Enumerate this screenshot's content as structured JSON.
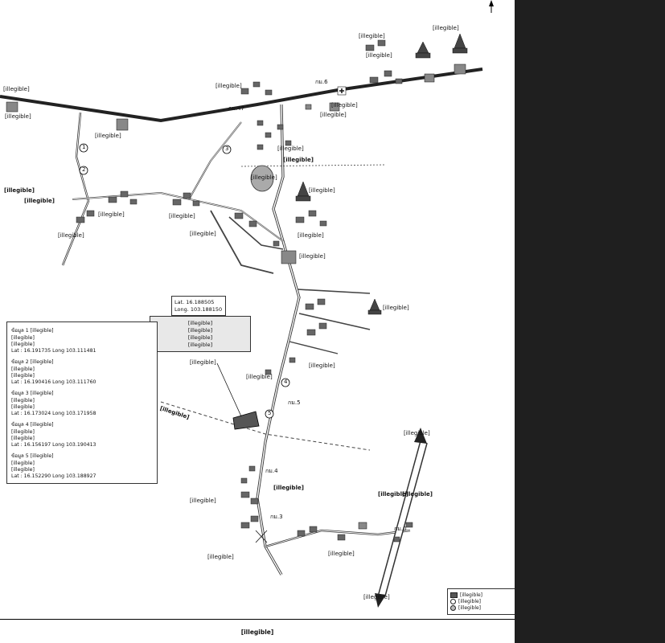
{
  "map": {
    "labels": {
      "to_khok_pho": "[illegible]",
      "nat_district": "[illegible]",
      "rice_mill": "[illegible]",
      "community_top_left": "[illegible]",
      "community_mid1": "[illegible]",
      "community_mid2": "[illegible]",
      "community_mid3": "[illegible]",
      "community_mid4": "[illegible]",
      "community_lower1": "[illegible]",
      "community_lower2": "[illegible]",
      "community_bottom1": "[illegible]",
      "community_bottom2": "[illegible]",
      "temple_top": "[illegible]",
      "temple_mid": "[illegible]",
      "temple_right": "[illegible]",
      "school_top": "[illegible]",
      "school_mid": "[illegible]",
      "center_top": "[illegible]",
      "hospital": "[illegible]",
      "road_left": "[illegible]",
      "road_left_code": "[illegible]",
      "road_main": "[illegible]",
      "road_bottom": "[illegible]",
      "road_right": "[illegible]",
      "road_right_code": "[illegible]",
      "power_line": "[illegible]",
      "shop1": "[illegible]",
      "shop2": "[illegible]",
      "shop3": "[illegible]",
      "office_bottom": "[illegible]",
      "to_mahasarakham": "[illegible]",
      "to_right_bottom": "[illegible]",
      "km47": "กม.47",
      "km6": "กม.6",
      "km5": "กม.5",
      "km4": "กม.4",
      "km3": "กม.3",
      "km0": "กม.0",
      "pond": "[illegible]",
      "subject_marker": "[illegible]"
    },
    "circle_numbers": [
      "1",
      "2",
      "3",
      "4",
      "5"
    ],
    "coord_box": {
      "lat": "Lat. 16.188505",
      "long": "Long. 103.188150"
    },
    "subject_box": {
      "lines": [
        "[illegible]",
        "[illegible]",
        "[illegible]",
        "[illegible]"
      ]
    },
    "comparables": [
      {
        "title": "ข้อมูล 1 [illegible]",
        "lines": [
          "[illegible]",
          "[illegible]",
          "Lat : 16.191735 Long 103.111481"
        ]
      },
      {
        "title": "ข้อมูล 2 [illegible]",
        "lines": [
          "[illegible]",
          "[illegible]",
          "Lat : 16.190416 Long 103.111760"
        ]
      },
      {
        "title": "ข้อมูล 3 [illegible]",
        "lines": [
          "[illegible]",
          "[illegible]",
          "Lat : 16.173024 Long 103.171958"
        ]
      },
      {
        "title": "ข้อมูล 4 [illegible]",
        "lines": [
          "[illegible]",
          "[illegible]",
          "Lat : 16.156197 Long 103.190413"
        ]
      },
      {
        "title": "ข้อมูล 5 [illegible]",
        "lines": [
          "[illegible]",
          "[illegible]",
          "Lat : 16.152290 Long 103.188927"
        ]
      }
    ],
    "legend": [
      {
        "label": "[illegible]",
        "color": "#555555"
      },
      {
        "label": "[illegible]",
        "color": "#ffffff"
      },
      {
        "label": "[illegible]",
        "color": "#bbbbbb"
      }
    ],
    "footer": "[illegible]"
  }
}
